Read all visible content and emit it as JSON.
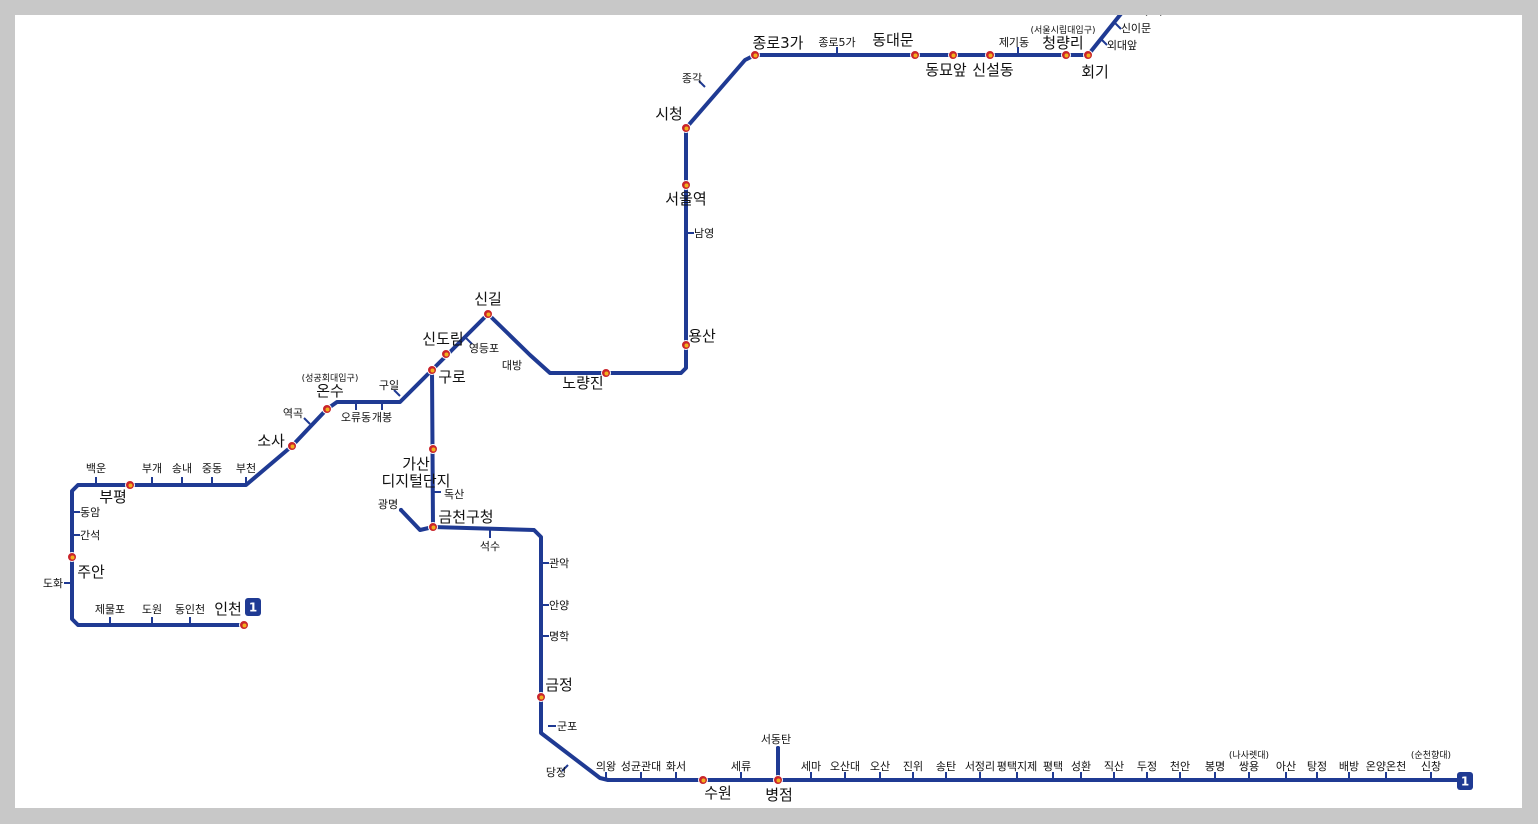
{
  "colors": {
    "line": "#1f3a93",
    "station_outer": "#c9242b",
    "station_inner": "#f2b01e",
    "badge_bg": "#1f3a93",
    "badge_text": "#ffffff"
  },
  "line_badge": "1",
  "stations": [
    {
      "id": "incheon",
      "label": "인천",
      "major": true
    },
    {
      "id": "donginchon",
      "label": "동인천",
      "major": false
    },
    {
      "id": "dowon",
      "label": "도원",
      "major": false
    },
    {
      "id": "jemulpo",
      "label": "제물포",
      "major": false
    },
    {
      "id": "dohwa",
      "label": "도화",
      "major": false
    },
    {
      "id": "juan",
      "label": "주안",
      "major": true
    },
    {
      "id": "ganseok",
      "label": "간석",
      "major": false
    },
    {
      "id": "dongam",
      "label": "동암",
      "major": false
    },
    {
      "id": "baegun",
      "label": "백운",
      "major": false
    },
    {
      "id": "bupyeong",
      "label": "부평",
      "major": true
    },
    {
      "id": "bugae",
      "label": "부개",
      "major": false
    },
    {
      "id": "songnae",
      "label": "송내",
      "major": false
    },
    {
      "id": "jungdong",
      "label": "중동",
      "major": false
    },
    {
      "id": "bucheon",
      "label": "부천",
      "major": false
    },
    {
      "id": "sosa",
      "label": "소사",
      "major": true
    },
    {
      "id": "yeokgok",
      "label": "역곡",
      "major": false
    },
    {
      "id": "onsu",
      "label": "온수",
      "sub": "(성공회대입구)",
      "major": true
    },
    {
      "id": "oryudong",
      "label": "오류동",
      "major": false
    },
    {
      "id": "gaebong",
      "label": "개봉",
      "major": false
    },
    {
      "id": "guil",
      "label": "구일",
      "major": false
    },
    {
      "id": "guro",
      "label": "구로",
      "major": true
    },
    {
      "id": "sindorim",
      "label": "신도림",
      "major": true
    },
    {
      "id": "yeongdeungpo",
      "label": "영등포",
      "major": false
    },
    {
      "id": "singil",
      "label": "신길",
      "major": true
    },
    {
      "id": "daebang",
      "label": "대방",
      "major": false
    },
    {
      "id": "noryangjin",
      "label": "노량진",
      "major": true
    },
    {
      "id": "yongsan",
      "label": "용산",
      "major": true
    },
    {
      "id": "namyeong",
      "label": "남영",
      "major": false
    },
    {
      "id": "seoulyeok",
      "label": "서울역",
      "major": true
    },
    {
      "id": "sicheong",
      "label": "시청",
      "major": true
    },
    {
      "id": "jonggak",
      "label": "종각",
      "major": false
    },
    {
      "id": "jongno3ga",
      "label": "종로3가",
      "major": true
    },
    {
      "id": "jongno5ga",
      "label": "종로5가",
      "major": false
    },
    {
      "id": "dongdaemun",
      "label": "동대문",
      "major": true
    },
    {
      "id": "dongmyoap",
      "label": "동묘앞",
      "major": true
    },
    {
      "id": "sinseoldong",
      "label": "신설동",
      "major": true
    },
    {
      "id": "jegidong",
      "label": "제기동",
      "major": false
    },
    {
      "id": "cheongnyangni",
      "label": "청량리",
      "sub": "(서울시립대입구)",
      "major": true
    },
    {
      "id": "hoegi",
      "label": "회기",
      "major": true
    },
    {
      "id": "oedaeap",
      "label": "외대앞",
      "major": false
    },
    {
      "id": "sinimun",
      "label": "신이문",
      "major": false
    },
    {
      "id": "seokgye",
      "label": "석계",
      "major": true
    },
    {
      "id": "gasan",
      "label": "가산\n디지털단지",
      "major": true
    },
    {
      "id": "doksan",
      "label": "독산",
      "major": false
    },
    {
      "id": "geumcheongucheong",
      "label": "금천구청",
      "major": true
    },
    {
      "id": "gwangmyeong",
      "label": "광명",
      "major": false
    },
    {
      "id": "seoksu",
      "label": "석수",
      "major": false
    },
    {
      "id": "gwanak",
      "label": "관악",
      "major": false
    },
    {
      "id": "anyang",
      "label": "안양",
      "major": false
    },
    {
      "id": "myeonghak",
      "label": "명학",
      "major": false
    },
    {
      "id": "geumjeong",
      "label": "금정",
      "major": true
    },
    {
      "id": "gunpo",
      "label": "군포",
      "major": false
    },
    {
      "id": "dangjeong",
      "label": "당정",
      "major": false
    },
    {
      "id": "uiwang",
      "label": "의왕",
      "major": false
    },
    {
      "id": "sungkyunkwan",
      "label": "성균관대",
      "major": false
    },
    {
      "id": "hwaseo",
      "label": "화서",
      "major": false
    },
    {
      "id": "suwon",
      "label": "수원",
      "major": true
    },
    {
      "id": "seryu",
      "label": "세류",
      "major": false
    },
    {
      "id": "byeongjeom",
      "label": "병점",
      "major": true
    },
    {
      "id": "seodongtan",
      "label": "서동탄",
      "major": false
    },
    {
      "id": "sema",
      "label": "세마",
      "major": false
    },
    {
      "id": "osandae",
      "label": "오산대",
      "major": false
    },
    {
      "id": "osan",
      "label": "오산",
      "major": false
    },
    {
      "id": "jinwi",
      "label": "진위",
      "major": false
    },
    {
      "id": "songtan",
      "label": "송탄",
      "major": false
    },
    {
      "id": "seojeongni",
      "label": "서정리",
      "major": false
    },
    {
      "id": "pyeongtaekjije",
      "label": "평택지제",
      "major": false
    },
    {
      "id": "pyeongtaek",
      "label": "평택",
      "major": false
    },
    {
      "id": "seonghwan",
      "label": "성환",
      "major": false
    },
    {
      "id": "jiksan",
      "label": "직산",
      "major": false
    },
    {
      "id": "dujeong",
      "label": "두정",
      "major": false
    },
    {
      "id": "cheonan",
      "label": "천안",
      "major": false
    },
    {
      "id": "bongmyeong",
      "label": "봉명",
      "major": false
    },
    {
      "id": "ssangyong",
      "label": "쌍용",
      "sub": "(나사렛대)",
      "major": false
    },
    {
      "id": "asan",
      "label": "아산",
      "major": false
    },
    {
      "id": "tangjeong",
      "label": "탕정",
      "major": false
    },
    {
      "id": "baebang",
      "label": "배방",
      "major": false
    },
    {
      "id": "onyangoncheon",
      "label": "온양온천",
      "major": false
    },
    {
      "id": "sinchang",
      "label": "신창",
      "sub": "(순천향대)",
      "major": false
    }
  ]
}
